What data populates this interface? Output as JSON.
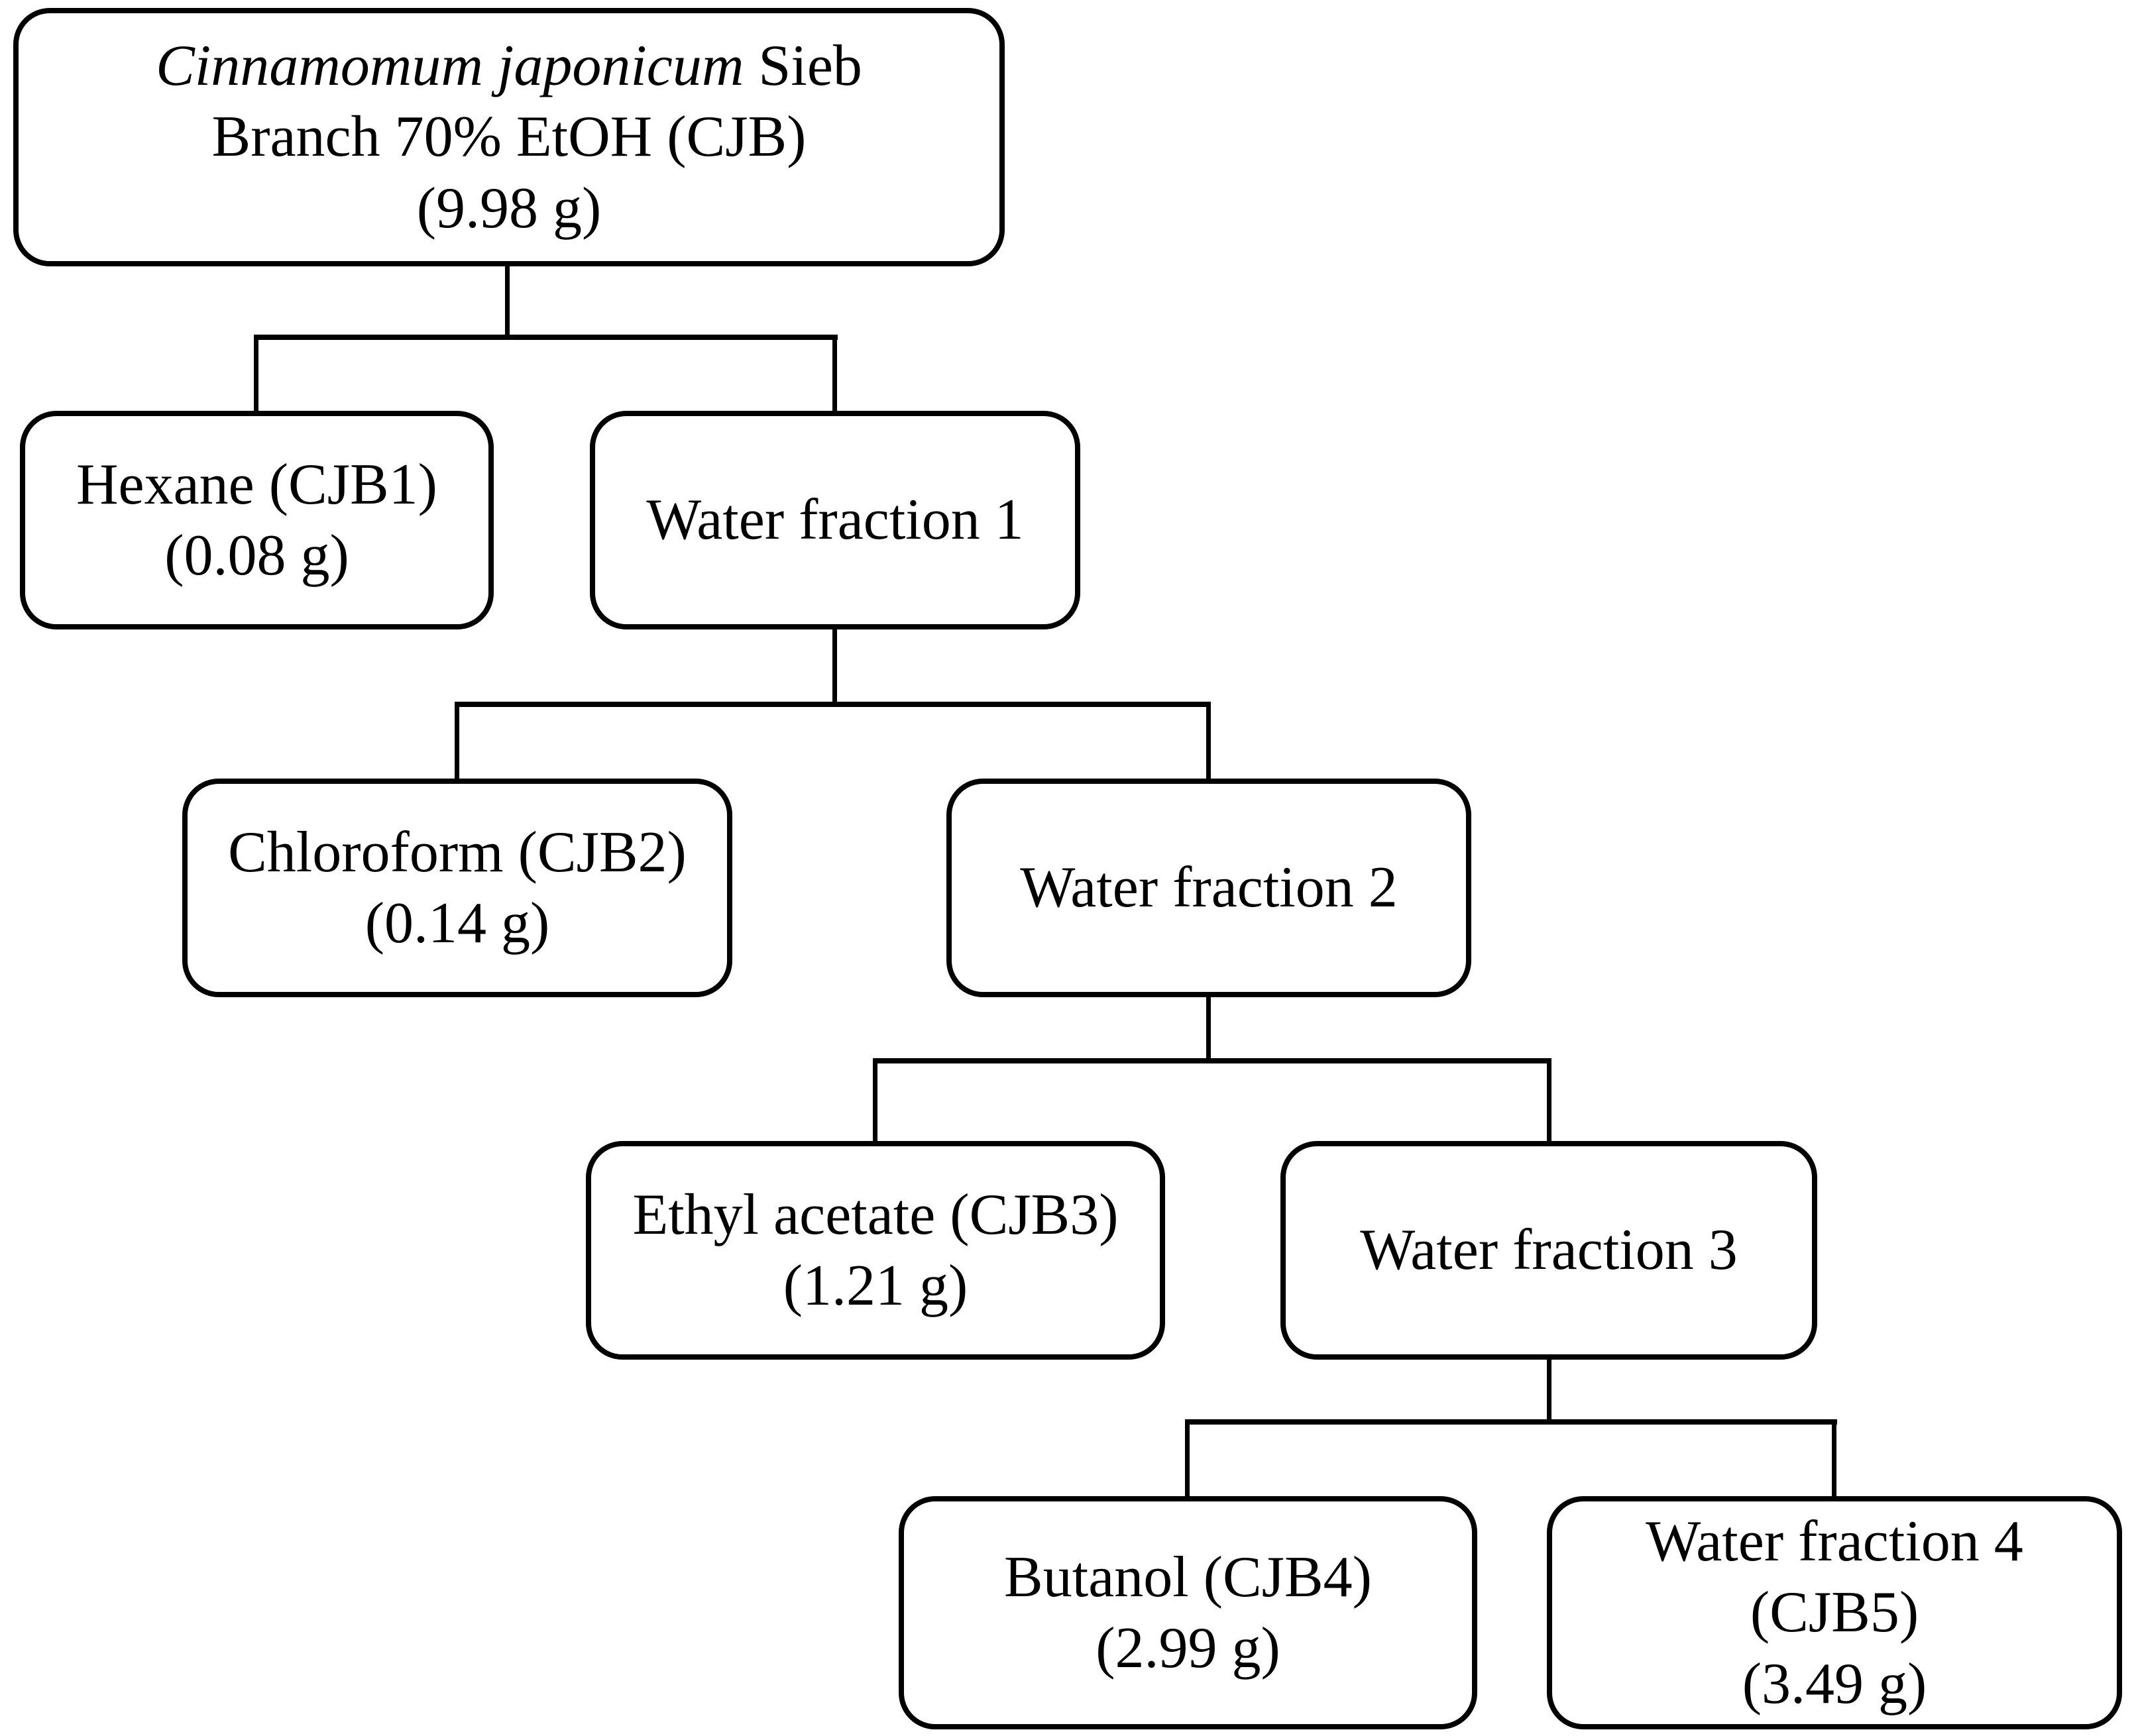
{
  "page": {
    "background_color": "#ffffff",
    "line_color": "#000000",
    "text_color": "#000000"
  },
  "diagram": {
    "type": "flowchart-tree",
    "nodes": {
      "root": {
        "species": "Cinnamomum japonicum",
        "species_suffix": " Sieb",
        "line2": "Branch 70% EtOH (CJB)",
        "weight": "(9.98 g)"
      },
      "hexane": {
        "label": "Hexane (CJB1)",
        "weight": "(0.08 g)"
      },
      "water1": {
        "label": "Water fraction 1"
      },
      "chloroform": {
        "label": "Chloroform (CJB2)",
        "weight": "(0.14 g)"
      },
      "water2": {
        "label": "Water fraction 2"
      },
      "ethyl_acetate": {
        "label": "Ethyl acetate (CJB3)",
        "weight": "(1.21 g)"
      },
      "water3": {
        "label": "Water fraction 3"
      },
      "butanol": {
        "label": "Butanol (CJB4)",
        "weight": "(2.99 g)"
      },
      "water4": {
        "label": "Water fraction 4",
        "line2": "(CJB5)",
        "weight": "(3.49 g)"
      }
    },
    "edges": [
      {
        "from": "root",
        "to": [
          "hexane",
          "water1"
        ]
      },
      {
        "from": "water1",
        "to": [
          "chloroform",
          "water2"
        ]
      },
      {
        "from": "water2",
        "to": [
          "ethyl_acetate",
          "water3"
        ]
      },
      {
        "from": "water3",
        "to": [
          "butanol",
          "water4"
        ]
      }
    ]
  }
}
